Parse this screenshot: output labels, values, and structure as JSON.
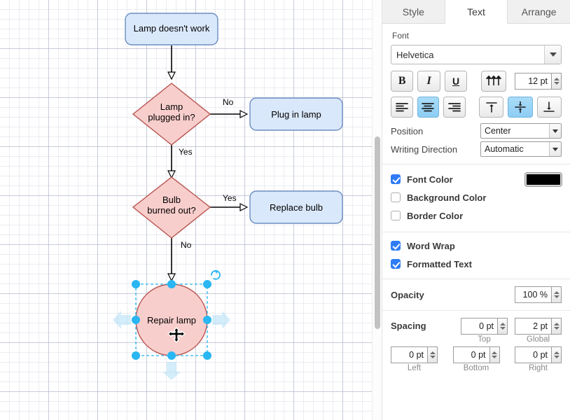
{
  "canvas": {
    "nodes": [
      {
        "id": "start",
        "label": "Lamp doesn't work",
        "shape": "rounded-rect"
      },
      {
        "id": "plugged",
        "label": "Lamp\nplugged in?",
        "shape": "diamond"
      },
      {
        "id": "plug-in-lamp",
        "label": "Plug in lamp",
        "shape": "rounded-rect"
      },
      {
        "id": "burned",
        "label": "Bulb\nburned out?",
        "shape": "diamond"
      },
      {
        "id": "replace-bulb",
        "label": "Replace bulb",
        "shape": "rounded-rect"
      },
      {
        "id": "repair",
        "label": "Repair lamp",
        "shape": "ellipse"
      }
    ],
    "edge_labels": {
      "plugged_no": "No",
      "plugged_yes": "Yes",
      "burned_yes": "Yes",
      "burned_no": "No"
    },
    "colors": {
      "process_fill": "#dae8fc",
      "process_stroke": "#6c8ebf",
      "decision_fill": "#f8cecc",
      "decision_stroke": "#b85450",
      "edge_stroke": "#000000",
      "selection": "#29b6f2",
      "grid_line": "#c8cde0"
    },
    "selected_node": "repair"
  },
  "panel": {
    "tabs": [
      {
        "id": "style",
        "label": "Style",
        "active": false
      },
      {
        "id": "text",
        "label": "Text",
        "active": true
      },
      {
        "id": "arrange",
        "label": "Arrange",
        "active": false
      }
    ],
    "font": {
      "section_title": "Font",
      "family": "Helvetica",
      "size": "12 pt",
      "bold_label": "B",
      "italic_label": "I",
      "underline_label": "U",
      "line_spacing_icon": "line-spacing-icon",
      "align": {
        "left": false,
        "center": true,
        "right": false
      },
      "valign": {
        "top": false,
        "middle": true,
        "bottom": false
      }
    },
    "position": {
      "label": "Position",
      "value": "Center"
    },
    "writing_direction": {
      "label": "Writing Direction",
      "value": "Automatic"
    },
    "colors_section": [
      {
        "id": "font-color",
        "label": "Font Color",
        "checked": true,
        "swatch": "#000000"
      },
      {
        "id": "background-color",
        "label": "Background Color",
        "checked": false,
        "swatch": null
      },
      {
        "id": "border-color",
        "label": "Border Color",
        "checked": false,
        "swatch": null
      }
    ],
    "toggles": [
      {
        "id": "word-wrap",
        "label": "Word Wrap",
        "checked": true
      },
      {
        "id": "formatted-text",
        "label": "Formatted Text",
        "checked": true
      }
    ],
    "opacity": {
      "label": "Opacity",
      "value": "100 %"
    },
    "spacing": {
      "label": "Spacing",
      "top": {
        "caption": "Top",
        "value": "0 pt"
      },
      "global": {
        "caption": "Global",
        "value": "2 pt"
      },
      "left": {
        "caption": "Left",
        "value": "0 pt"
      },
      "bottom": {
        "caption": "Bottom",
        "value": "0 pt"
      },
      "right": {
        "caption": "Right",
        "value": "0 pt"
      }
    }
  }
}
